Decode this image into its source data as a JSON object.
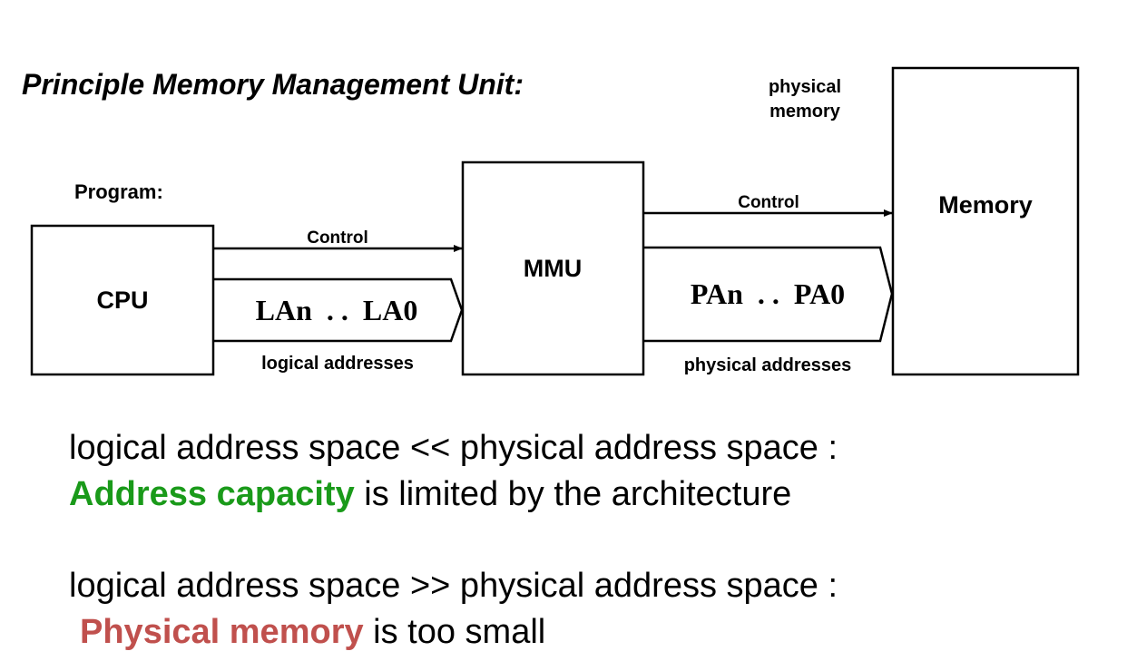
{
  "title": "Principle Memory Management Unit:",
  "diagram": {
    "program_label": "Program:",
    "physical_memory_label_line1": "physical",
    "physical_memory_label_line2": "memory",
    "cpu_label": "CPU",
    "mmu_label": "MMU",
    "memory_label": "Memory",
    "control_label_left": "Control",
    "control_label_right": "Control",
    "logical_bus_label": "LAn  . .  LA0",
    "physical_bus_label": "PAn  . .  PA0",
    "logical_addresses_label": "logical addresses",
    "physical_addresses_label": "physical addresses"
  },
  "statements": [
    {
      "line1": "logical address space << physical address space :",
      "highlight": "Address capacity",
      "rest": " is limited by the architecture"
    },
    {
      "line1": "logical address space >> physical address space :",
      "highlight": "Physical memory",
      "rest": " is too small"
    }
  ],
  "colors": {
    "highlight_green": "#1a9a1a",
    "highlight_red": "#c0504d",
    "stroke": "#000000"
  }
}
